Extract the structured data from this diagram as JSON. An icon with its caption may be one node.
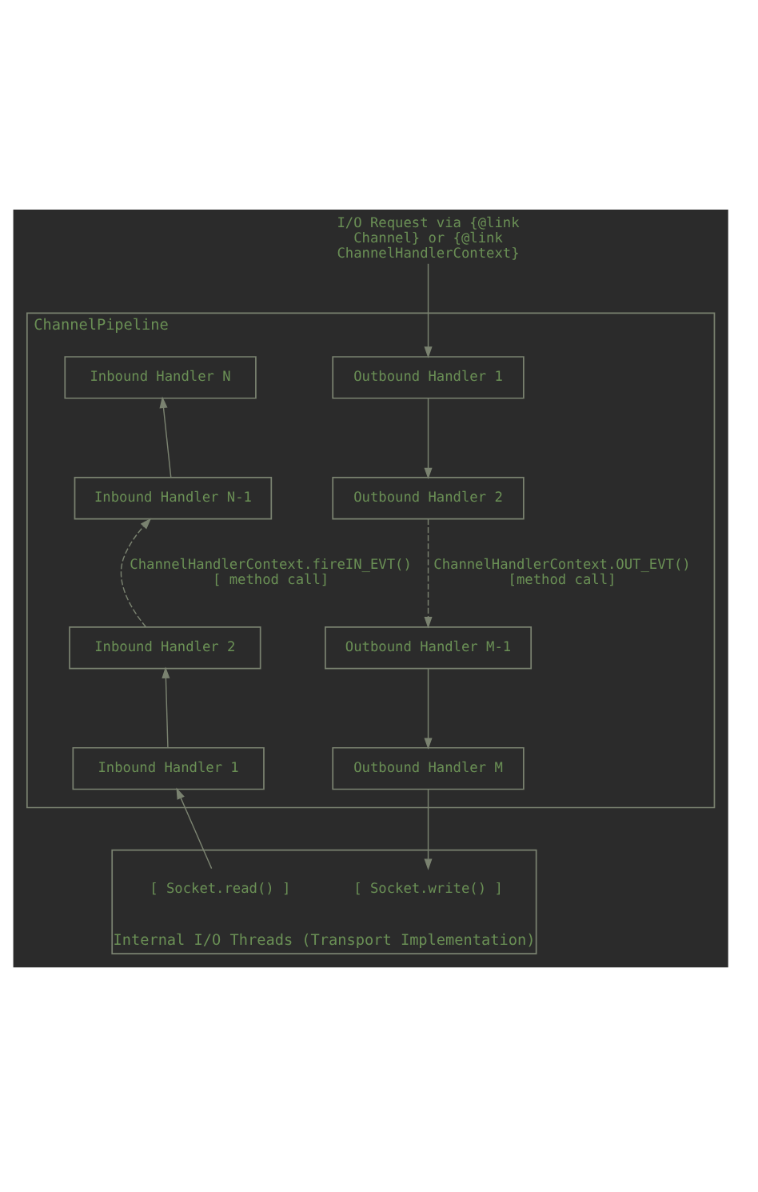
{
  "diagram": {
    "nodes": [
      {
        "text": [
          "I/O Request via {@link Channel} or {@link ChannelHandlerContext}"
        ]
      },
      {
        "text": [
          "ChannelPipeline"
        ]
      },
      {
        "text": [
          "Inbound Handler N"
        ],
        "in": 1
      },
      {
        "text": [
          "Outbound Handler 1"
        ],
        "in": 1
      },
      {
        "text": [
          "Inbound Handler N-1"
        ],
        "in": 1
      },
      {
        "text": [
          "Outbound Handler 2"
        ],
        "in": 1
      },
      {
        "text": [
          "Inbound Handler 2"
        ],
        "in": 1
      },
      {
        "text": [
          "Outbound Handler M-1"
        ],
        "in": 1
      },
      {
        "text": [
          "Inbound Handler 1"
        ],
        "in": 1
      },
      {
        "text": [
          "Outbound Handler M"
        ],
        "in": 1
      },
      {
        "text": [
          "Internal I/O Threads (Transport Implementation)"
        ]
      },
      {
        "text": [
          "[ Socket.read() ]"
        ],
        "in": 10
      },
      {
        "text": [
          "[ Socket.write() ]"
        ],
        "in": 10
      }
    ],
    "edges": [
      {
        "from": 0,
        "to": 3,
        "arrow": "to"
      },
      {
        "from": 4,
        "to": 2,
        "arrow": "to"
      },
      {
        "from": 3,
        "to": 5,
        "arrow": "to"
      },
      {
        "from": 6,
        "to": 4,
        "arrow": "to",
        "style": "dashed",
        "label": "ChannelHandlerContext.fireIN_EVT() [ method call]"
      },
      {
        "from": 5,
        "to": 7,
        "arrow": "to",
        "style": "dashed",
        "label": "ChannelHandlerContext.OUT_EVT() [method call]"
      },
      {
        "from": 8,
        "to": 6,
        "arrow": "to"
      },
      {
        "from": 7,
        "to": 9,
        "arrow": "to"
      },
      {
        "from": 11,
        "to": 8,
        "arrow": "to"
      },
      {
        "from": 9,
        "to": 12,
        "arrow": "to"
      }
    ]
  }
}
